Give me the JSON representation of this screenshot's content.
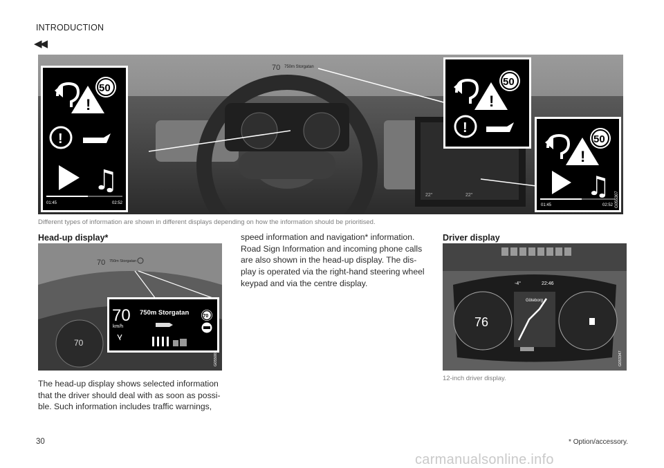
{
  "header": {
    "section": "INTRODUCTION",
    "back_icon": "double-left-arrows-icon"
  },
  "figures": {
    "main": {
      "caption": "Different types of information are shown in different displays depending on how the information should be prioritised.",
      "code": "G055307",
      "hud_speed": "70",
      "hud_street": "750m Storgatan",
      "sign_speed": "50",
      "media_elapsed": "01:45",
      "media_total": "02:52",
      "media_elapsed_right": "01:45",
      "media_total_right": "02:52",
      "temp_left": "22°",
      "temp_right": "22°"
    },
    "hud": {
      "code": "G055002",
      "speed": "70",
      "unit": "km/h",
      "street": "750m Storgatan",
      "sign": "70",
      "small_speed": "70",
      "small_street": "750m Storgatan"
    },
    "driver": {
      "code": "G053347",
      "speed": "76",
      "time": "22:46",
      "temp": "-4°",
      "place": "Göteborg",
      "caption": "12-inch driver display."
    }
  },
  "headings": {
    "hud": "Head-up display*",
    "driver": "Driver display"
  },
  "body": {
    "col1": "The head-up display shows selected information\nthat the driver should deal with as soon as possi-\nble. Such information includes traffic warnings,",
    "col2": "speed information and navigation* information.\nRoad Sign Information and incoming phone calls\nare also shown in the head-up display. The dis-\nplay is operated via the right-hand steering wheel\nkeypad and via the centre display."
  },
  "footer": {
    "page_number": "30",
    "footnote": "* Option/accessory.",
    "watermark": "carmanualsonline.info"
  },
  "colors": {
    "panel": "#000000",
    "warning": "#ffffff",
    "caption": "#7d7d7d"
  }
}
